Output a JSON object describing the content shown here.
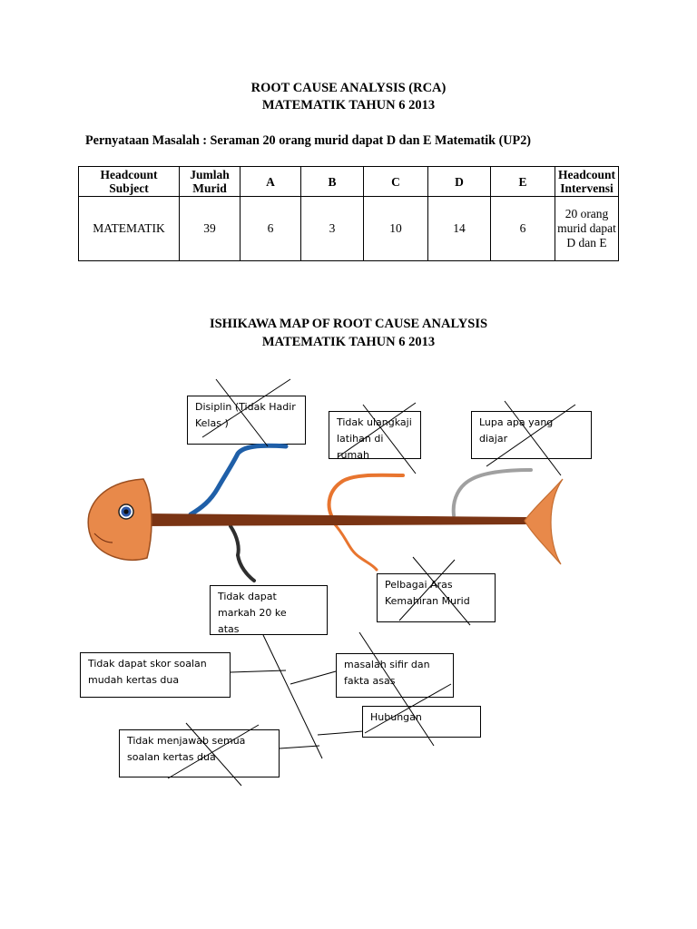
{
  "header": {
    "title_line1": "ROOT CAUSE ANALYSIS (RCA)",
    "title_line2": "MATEMATIK TAHUN 6 2013",
    "problem_statement": "Pernyataan Masalah : Seraman 20 orang murid dapat D dan E Matematik (UP2)"
  },
  "headcount_table": {
    "headers": [
      "Headcount Subject",
      "Jumlah Murid",
      "A",
      "B",
      "C",
      "D",
      "E",
      "Headcount Intervensi"
    ],
    "row": [
      "MATEMATIK",
      "39",
      "6",
      "3",
      "10",
      "14",
      "6",
      "20 orang murid dapat D dan E"
    ]
  },
  "ishikawa": {
    "title_line1": "ISHIKAWA MAP OF ROOT CAUSE ANALYSIS",
    "title_line2": "MATEMATIK TAHUN 6 2013",
    "causes": {
      "disiplin": "Disiplin (Tidak Hadir Kelas )",
      "tidak_ulangkaji": "Tidak ulangkaji latihan di rumah",
      "lupa": "Lupa apa yang diajar",
      "pelbagai_aras": "Pelbagai Aras Kemahiran Murid",
      "tidak_dapat_markah": "Tidak dapat markah 20 ke atas",
      "tidak_dapat_skor": "Tidak dapat skor soalan mudah kertas dua",
      "masalah_sifir": "masalah sifir dan fakta asas",
      "hubungan": "Hubungan",
      "tidak_menjawab": "Tidak menjawab semua soalan kertas dua"
    },
    "colors": {
      "fish_body": "#e8894a",
      "spine": "#7a3414",
      "bone_blue": "#1f5fa8",
      "bone_orange": "#e8752f",
      "bone_gray": "#a0a0a0",
      "bone_dark": "#2e2e2e"
    }
  }
}
